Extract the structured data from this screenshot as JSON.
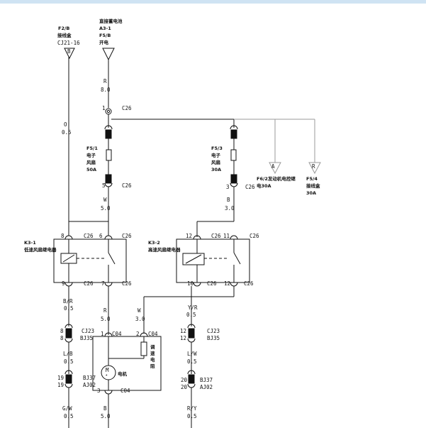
{
  "top_sources": {
    "left": {
      "lines": [
        "F2/B",
        "接线盒",
        "CJ21-16"
      ],
      "letter": "B"
    },
    "middle": {
      "lines": [
        "直接蓄电池",
        "A3-1",
        "F5/B",
        "开电"
      ],
      "letter": ""
    }
  },
  "wire_middle_top": {
    "color": "R",
    "size": "8.0"
  },
  "wire_left_top": {
    "color": "O",
    "size": "0.5"
  },
  "connector_c26": "C26",
  "splice_pin": "1",
  "fuse_left": {
    "lines": [
      "F5/1",
      "电子",
      "风扇",
      "50A"
    ]
  },
  "fuse_right": {
    "lines": [
      "F5/3",
      "电子",
      "风扇",
      "30A"
    ]
  },
  "fuse_left_bottom_pin": "5",
  "fuse_right_bottom_pin": "3",
  "wire_w50": {
    "color": "W",
    "size": "5.0"
  },
  "wire_b30": {
    "color": "B",
    "size": "3.0"
  },
  "ground_left": {
    "lines": [
      "F6/2发动机电控继",
      "电30A"
    ],
    "letter": "A"
  },
  "ground_right": {
    "lines": [
      "F5/4",
      "接线盒",
      "30A"
    ],
    "letter": "R"
  },
  "relay1": {
    "lines": [
      "K3-1",
      "低速风扇继电器"
    ],
    "pins_top": [
      "8",
      "6"
    ],
    "pins_bottom": [
      "9",
      "7"
    ]
  },
  "relay2": {
    "lines": [
      "K3-2",
      "高速风扇继电器"
    ],
    "pins_top": [
      "12",
      "11"
    ],
    "pins_bottom": [
      "10",
      "12"
    ]
  },
  "wire_br05": {
    "color": "B/R",
    "size": "0.5"
  },
  "wire_r50": {
    "color": "R",
    "size": "5.0"
  },
  "wire_w30": {
    "color": "W",
    "size": "3.0"
  },
  "wire_yr05": {
    "color": "Y/R",
    "size": "0.5"
  },
  "conn_cj23": {
    "name": "CJ23",
    "name2": "BJ35"
  },
  "conn_cj23_right": {
    "name": "CJ23",
    "name2": "BJ35"
  },
  "pins_8": [
    "8",
    "8"
  ],
  "pins_12": [
    "12",
    "12"
  ],
  "c04": "C04",
  "motor_pin1": "1",
  "motor_pin2": "2",
  "motor_pin3": "3",
  "motor_label": "电机",
  "motor_symbol": "M",
  "resistor_label": [
    "调",
    "速",
    "电",
    "阻"
  ],
  "wire_lb05": {
    "color": "L/B",
    "size": "0.5"
  },
  "wire_lw05": {
    "color": "L/W",
    "size": "0.5"
  },
  "conn_bj37_left": {
    "pins": [
      "19",
      "19"
    ],
    "name": "BJ37",
    "name2": "AJ02"
  },
  "conn_bj37_right": {
    "pins": [
      "20",
      "20"
    ],
    "name": "BJ37",
    "name2": "AJ02"
  },
  "wire_gw05": {
    "color": "G/W",
    "size": "0.5"
  },
  "wire_b50": {
    "color": "B",
    "size": "5.0"
  },
  "wire_ry05": {
    "color": "R/Y",
    "size": "0.5"
  }
}
